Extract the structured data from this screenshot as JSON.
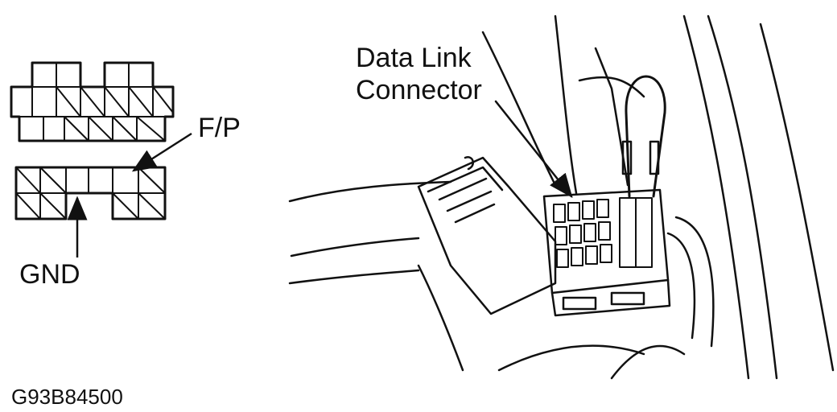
{
  "labels": {
    "fp": "F/P",
    "gnd": "GND",
    "data_link_line1": "Data Link",
    "data_link_line2": "Connector",
    "figure_code": "G93B84500"
  },
  "colors": {
    "ink": "#111111",
    "paper": "#ffffff"
  }
}
